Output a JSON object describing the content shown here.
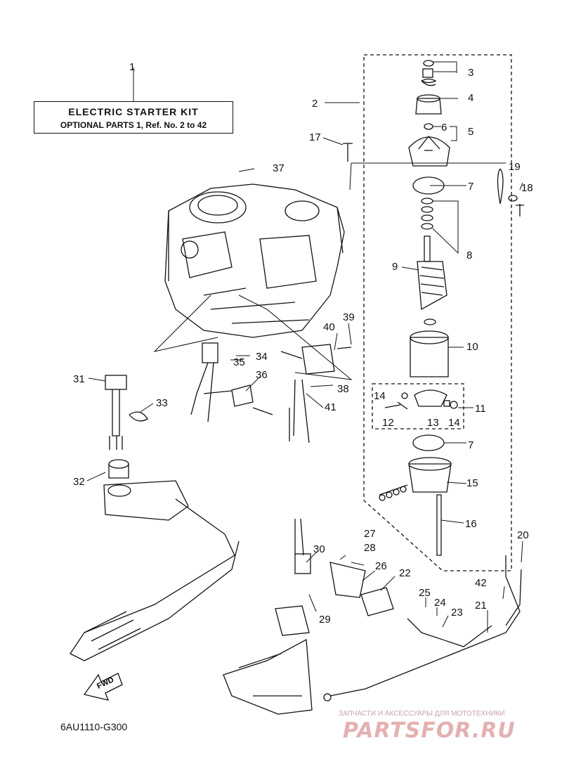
{
  "kit": {
    "title": "ELECTRIC STARTER KIT",
    "subtitle": "OPTIONAL PARTS 1, Ref. No. 2 to 42"
  },
  "callouts": [
    "1",
    "2",
    "3",
    "4",
    "5",
    "6",
    "7",
    "8",
    "9",
    "10",
    "11",
    "12",
    "13",
    "14",
    "15",
    "16",
    "17",
    "18",
    "19",
    "20",
    "21",
    "22",
    "23",
    "24",
    "25",
    "26",
    "27",
    "28",
    "29",
    "30",
    "31",
    "32",
    "33",
    "34",
    "35",
    "36",
    "37",
    "38",
    "39",
    "40",
    "41",
    "42"
  ],
  "fwd_label": "FWD",
  "diagram_code": "6AU1110-G300",
  "watermark": {
    "tagline": "ЗАПЧАСТИ И АКСЕССУАРЫ ДЛЯ МОТОТЕХНИКИ",
    "logo": "PARTSFOR.RU"
  }
}
